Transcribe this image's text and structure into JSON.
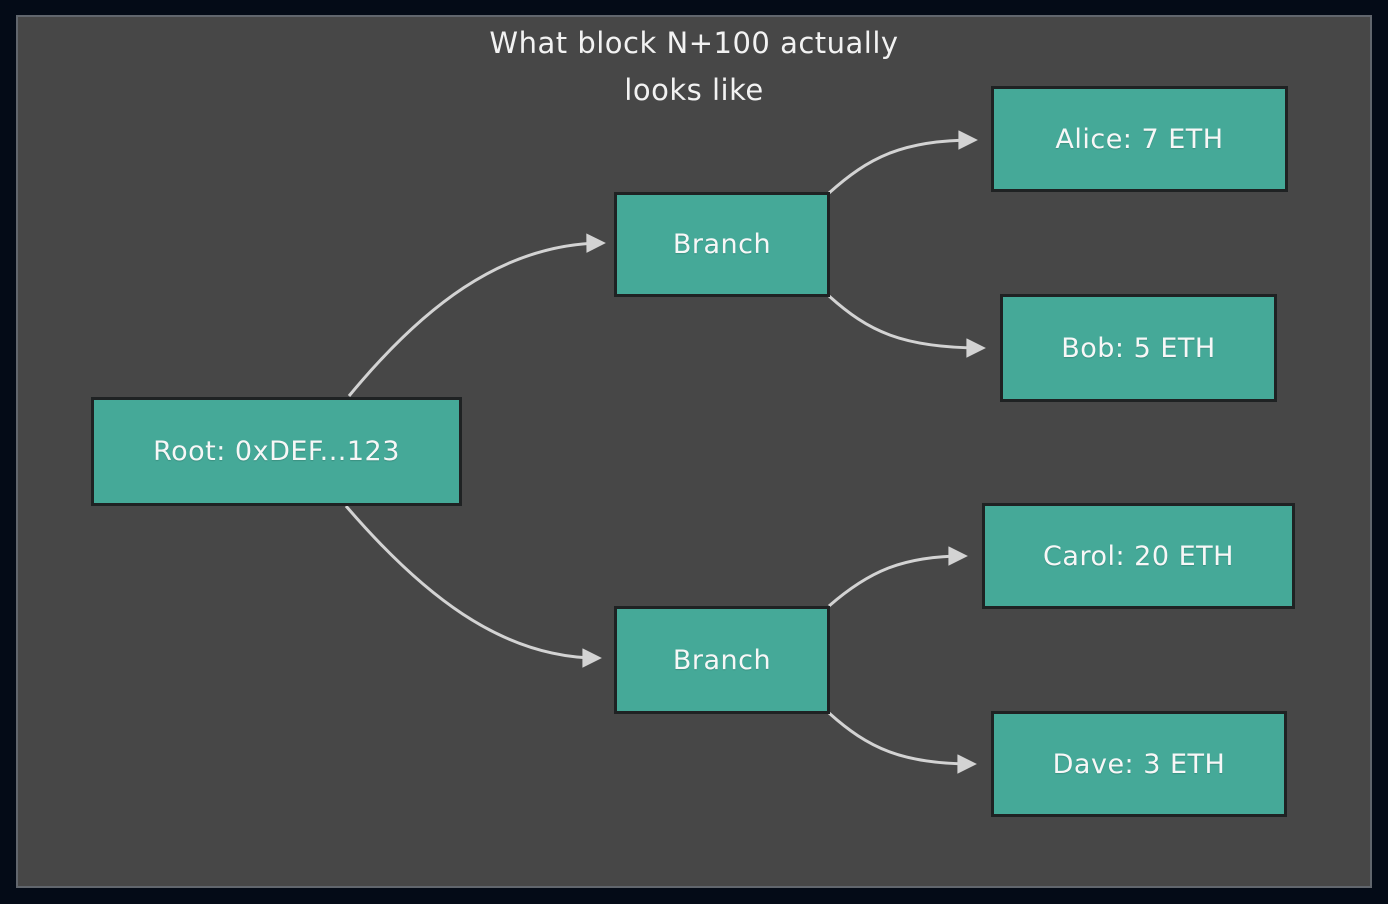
{
  "diagram": {
    "title_line1": "What block N+100 actually",
    "title_line2": "looks like",
    "nodes": [
      {
        "id": "root",
        "label": "Root: 0xDEF...123"
      },
      {
        "id": "branch-top",
        "label": "Branch"
      },
      {
        "id": "branch-bottom",
        "label": "Branch"
      },
      {
        "id": "leaf-alice",
        "label": "Alice: 7 ETH"
      },
      {
        "id": "leaf-bob",
        "label": "Bob: 5 ETH"
      },
      {
        "id": "leaf-carol",
        "label": "Carol: 20 ETH"
      },
      {
        "id": "leaf-dave",
        "label": "Dave: 3 ETH"
      }
    ],
    "edges": [
      {
        "from": "root",
        "to": "branch-top"
      },
      {
        "from": "root",
        "to": "branch-bottom"
      },
      {
        "from": "branch-top",
        "to": "leaf-alice"
      },
      {
        "from": "branch-top",
        "to": "leaf-bob"
      },
      {
        "from": "branch-bottom",
        "to": "leaf-carol"
      },
      {
        "from": "branch-bottom",
        "to": "leaf-dave"
      }
    ],
    "colors": {
      "canvas_bg": "#040b17",
      "panel_bg": "#474747",
      "panel_border": "#61666d",
      "node_fill": "#45a998",
      "node_border": "#1f2223",
      "node_text": "#f7f7f7",
      "title_text": "#f2f2f2",
      "edge_stroke": "#d3d3d3"
    }
  }
}
